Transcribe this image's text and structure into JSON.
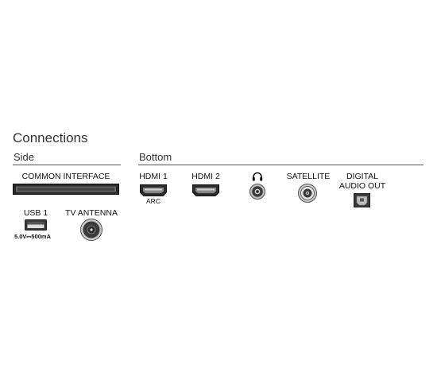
{
  "title": "Connections",
  "sections": {
    "side": "Side",
    "bottom": "Bottom"
  },
  "side_ports": {
    "common_interface": "COMMON INTERFACE",
    "usb1": {
      "label": "USB 1",
      "spec": "5.0V⎓500mA"
    },
    "tv_antenna": "TV ANTENNA"
  },
  "bottom_ports": {
    "hdmi1": {
      "label": "HDMI 1",
      "sub": "ARC"
    },
    "hdmi2": {
      "label": "HDMI 2"
    },
    "headphone": {
      "icon": "headphones-icon"
    },
    "satellite": "SATELLITE",
    "digital_audio_out": {
      "line1": "DIGITAL",
      "line2": "AUDIO OUT"
    }
  },
  "colors": {
    "port_dark": "#333333",
    "port_light": "#cfcfcf",
    "rule": "#555555"
  }
}
